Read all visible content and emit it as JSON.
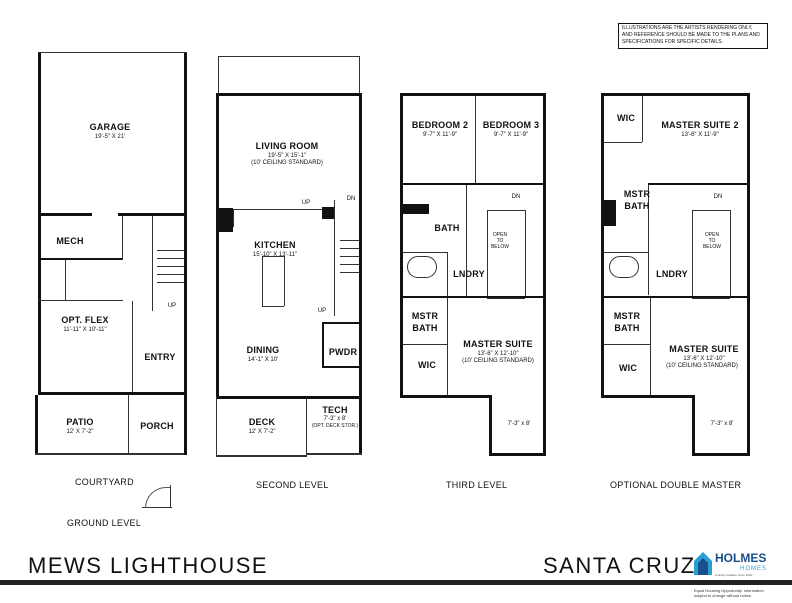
{
  "disclaimer": "ILLUSTRATIONS ARE THE ARTISTS RENDERING ONLY, AND REFERENCE SHOULD BE MADE TO THE PLANS AND SPECIFICATIONS FOR SPECIFIC DETAILS.",
  "ground": {
    "garage": {
      "name": "GARAGE",
      "dim": "19'-5\" X 21'"
    },
    "mech": "MECH",
    "up": "UP",
    "flex": {
      "name": "OPT. FLEX",
      "dim": "11'-11\" X 10'-11\""
    },
    "entry": "ENTRY",
    "patio": {
      "name": "PATIO",
      "dim": "12' X 7'-2\""
    },
    "porch": "PORCH",
    "courtyard": "COURTYARD",
    "level": "GROUND LEVEL"
  },
  "second": {
    "living": {
      "name": "LIVING ROOM",
      "dim": "19'-5\" X 15'-1\"",
      "note": "(10' CEILING STANDARD)"
    },
    "up": "UP",
    "dn": "DN",
    "up2": "UP",
    "kitchen": {
      "name": "KITCHEN",
      "dim": "15'-10\" X 13'-11\""
    },
    "dining": {
      "name": "DINING",
      "dim": "14'-1\" X 10'"
    },
    "pwdr": "PWDR",
    "deck": {
      "name": "DECK",
      "dim": "12' X 7'-2\""
    },
    "tech": {
      "name": "TECH",
      "dim": "7'-3\" x 8'",
      "note": "(OPT. DECK STOR.)"
    },
    "level": "SECOND LEVEL"
  },
  "third": {
    "bed2": {
      "name": "BEDROOM 2",
      "dim": "9'-7\" X 11'-9\""
    },
    "bed3": {
      "name": "BEDROOM 3",
      "dim": "9'-7\" X 11'-9\""
    },
    "dn": "DN",
    "bath": "BATH",
    "open": "OPEN TO BELOW",
    "lndry": "LNDRY",
    "mstr_bath": "MSTR BATH",
    "wic": "WIC",
    "suite": {
      "name": "MASTER SUITE",
      "dim": "13'-6\" X 12'-10\"",
      "note": "(10' CEILING STANDARD)"
    },
    "closet": "7'-3\" x 8'",
    "level": "THIRD LEVEL"
  },
  "optional": {
    "wic_top": "WIC",
    "suite2": {
      "name": "MASTER SUITE 2",
      "dim": "13'-6\" X 11'-9\""
    },
    "mstr_bath_top": "MSTR BATH",
    "dn": "DN",
    "open": "OPEN TO BELOW",
    "lndry": "LNDRY",
    "mstr_bath": "MSTR BATH",
    "wic": "WIC",
    "suite": {
      "name": "MASTER SUITE",
      "dim": "13'-6\" X 12'-10\"",
      "note": "(10' CEILING STANDARD)"
    },
    "closet": "7'-3\" x 8'",
    "level": "OPTIONAL DOUBLE MASTER"
  },
  "title_left": "MEWS LIGHTHOUSE",
  "title_right": "SANTA CRUZ I",
  "logo": {
    "name": "HOLMES",
    "sub": "HOMES",
    "tagline": "A family tradition since 1920"
  },
  "fine_print": "Equal Housing Opportunity. Information subject to change without notice.",
  "colors": {
    "wall": "#111111",
    "brand": "#1a4f8b",
    "accent": "#2a9fd6"
  }
}
